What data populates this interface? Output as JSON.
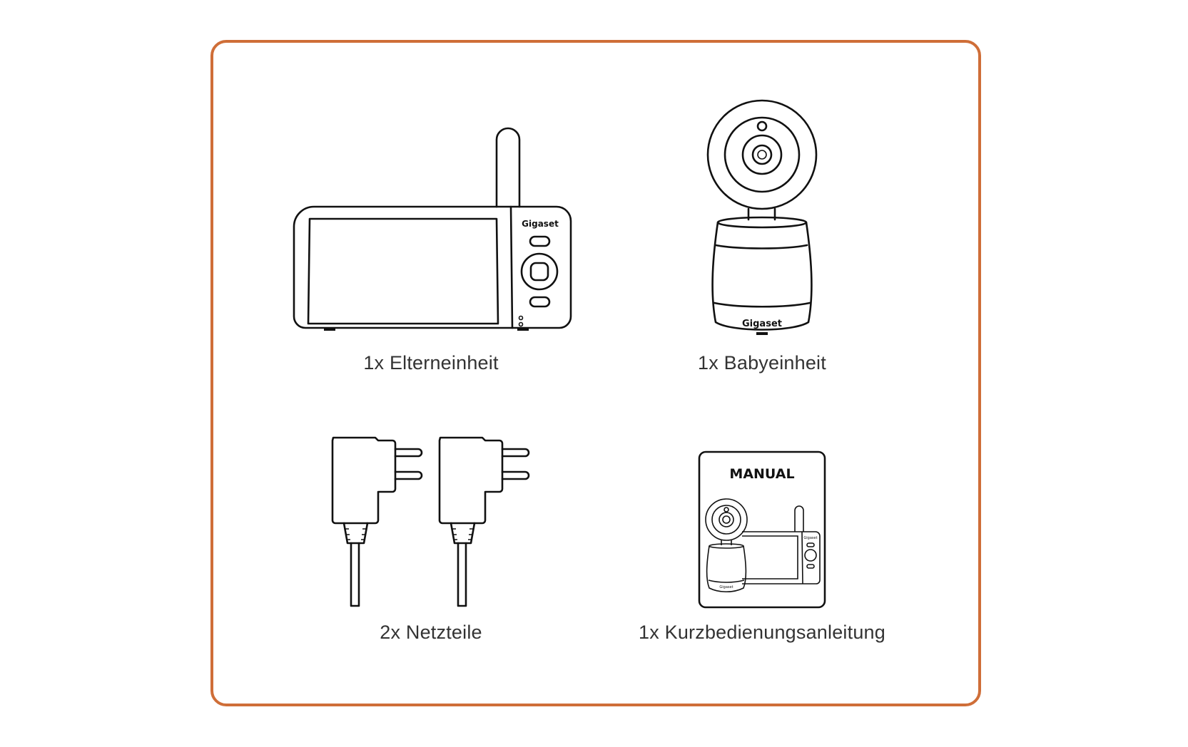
{
  "frame": {
    "border_color": "#cf6e38"
  },
  "items": [
    {
      "label": "1x Elterneinheit",
      "icon": "parent-unit-monitor-icon",
      "brand": "Gigaset"
    },
    {
      "label": "1x Babyeinheit",
      "icon": "baby-unit-camera-icon",
      "brand": "Gigaset"
    },
    {
      "label": "2x Netzteile",
      "icon": "power-adapter-icon"
    },
    {
      "label": "1x Kurzbedienungsanleitung",
      "icon": "manual-booklet-icon",
      "title": "MANUAL",
      "brand": "Gigaset"
    }
  ]
}
